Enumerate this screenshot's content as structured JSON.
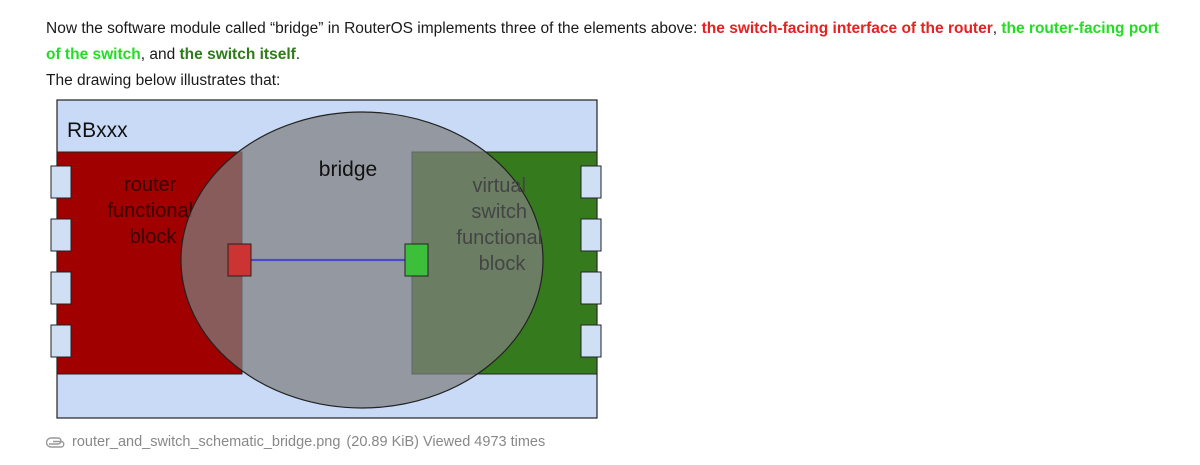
{
  "post": {
    "line1_prefix": "Now the software module called “bridge” in RouterOS implements three of the elements above: ",
    "hl_router_iface": "the switch-facing interface of the router",
    "sep1": ", ",
    "hl_switch_port": "the router-facing port of the switch",
    "sep2": ", and ",
    "hl_switch": "the switch itself",
    "end": ".",
    "line2": "The drawing below illustrates that:"
  },
  "diagram": {
    "device_label": "RBxxx",
    "bridge_label": "bridge",
    "router_block": [
      "router",
      "functional",
      "block"
    ],
    "switch_block": [
      "virtual",
      "switch",
      "functional",
      "block"
    ]
  },
  "colors": {
    "router_iface": "#e8201f",
    "switch_port": "#22dd22",
    "switch": "#2f7a1a",
    "device_bg": "#c9daf7",
    "router_block": "#a00000",
    "switch_block": "#367a1e"
  },
  "attachment": {
    "icon": "paperclip-icon",
    "filename": "router_and_switch_schematic_bridge.png",
    "meta": "(20.89 KiB) Viewed 4973 times"
  }
}
